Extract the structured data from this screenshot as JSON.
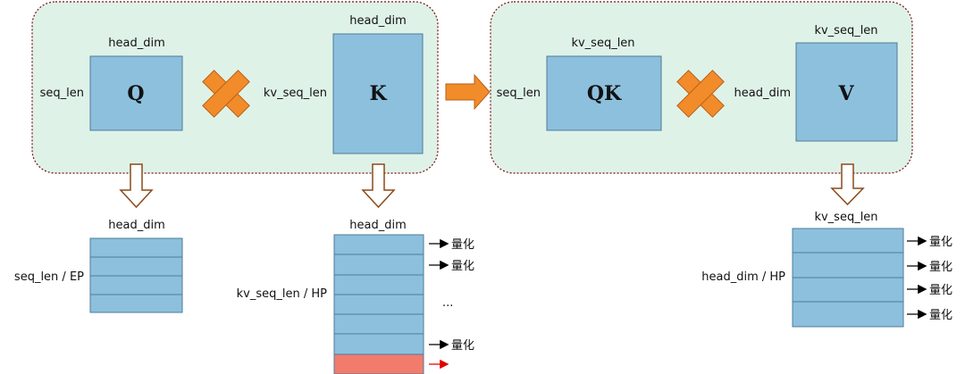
{
  "panels": {
    "left": {
      "q": {
        "letter": "Q",
        "top_label": "head_dim",
        "side_label": "seq_len"
      },
      "k": {
        "letter": "K",
        "top_label": "head_dim",
        "side_label": "kv_seq_len"
      }
    },
    "right": {
      "qk": {
        "letter": "QK",
        "top_label": "kv_seq_len",
        "side_label": "seq_len"
      },
      "v": {
        "letter": "V",
        "top_label": "kv_seq_len",
        "side_label": "head_dim"
      }
    }
  },
  "bottom": {
    "q_split": {
      "top_label": "head_dim",
      "side_label": "seq_len / EP"
    },
    "k_split": {
      "top_label": "head_dim",
      "side_label": "kv_seq_len / HP",
      "quant_label": "量化",
      "ellipsis": "..."
    },
    "v_split": {
      "top_label": "kv_seq_len",
      "side_label": "head_dim / HP",
      "quant_label": "量化"
    }
  },
  "colors": {
    "panel_fill": "#dff2e8",
    "panel_border": "#7a1010",
    "matrix_fill": "#8cc0dd",
    "matrix_border": "#4f7b99",
    "cross": "#f28b2a",
    "highlight_row": "#f27c6c",
    "red_arrow": "#e00000"
  }
}
